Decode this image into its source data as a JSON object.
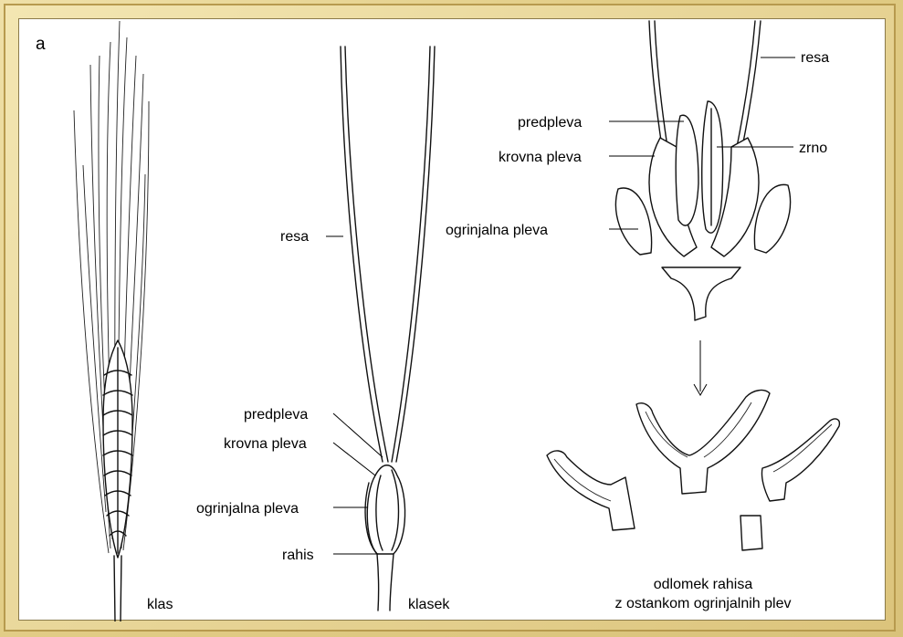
{
  "panel_letter": "a",
  "captions": {
    "spike": "klas",
    "spikelet": "klasek",
    "rachis_fragment_line1": "odlomek rahisa",
    "rachis_fragment_line2": "z ostankom ogrinjalnih plev"
  },
  "spikelet_labels": {
    "awn": "resa",
    "palea": "predpleva",
    "lemma": "krovna pleva",
    "glume": "ogrinjalna pleva",
    "rachis": "rahis"
  },
  "floret_labels": {
    "awn": "resa",
    "palea": "predpleva",
    "grain": "zrno",
    "lemma": "krovna pleva",
    "glume": "ogrinjalna pleva"
  }
}
